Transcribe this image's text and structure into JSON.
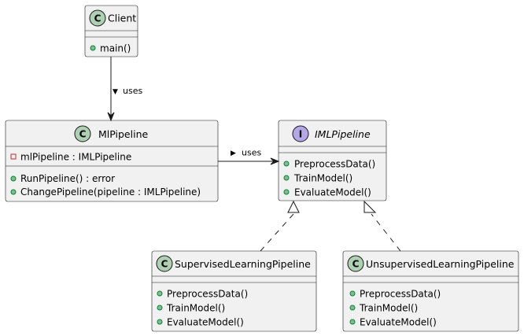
{
  "colors": {
    "class_badge": "#add1b2",
    "interface_badge": "#b4a7e5",
    "box_fill": "#f1f1f1",
    "line": "#181818",
    "public_marker": "#84be84",
    "private_marker": "#c82930"
  },
  "classes": {
    "client": {
      "kind": "class",
      "badge_letter": "C",
      "name": "Client",
      "methods": [
        {
          "visibility": "public",
          "text": "main()"
        }
      ]
    },
    "mlpipeline": {
      "kind": "class",
      "badge_letter": "C",
      "name": "MlPipeline",
      "fields": [
        {
          "visibility": "private",
          "text": "mlPipeline : IMLPipeline"
        }
      ],
      "methods": [
        {
          "visibility": "public",
          "text": "RunPipeline() : error"
        },
        {
          "visibility": "public",
          "text": "ChangePipeline(pipeline : IMLPipeline)"
        }
      ]
    },
    "imlpipeline": {
      "kind": "interface",
      "badge_letter": "I",
      "name": "IMLPipeline",
      "methods": [
        {
          "visibility": "public",
          "text": "PreprocessData()"
        },
        {
          "visibility": "public",
          "text": "TrainModel()"
        },
        {
          "visibility": "public",
          "text": "EvaluateModel()"
        }
      ]
    },
    "supervised": {
      "kind": "class",
      "badge_letter": "C",
      "name": "SupervisedLearningPipeline",
      "methods": [
        {
          "visibility": "public",
          "text": "PreprocessData()"
        },
        {
          "visibility": "public",
          "text": "TrainModel()"
        },
        {
          "visibility": "public",
          "text": "EvaluateModel()"
        }
      ]
    },
    "unsupervised": {
      "kind": "class",
      "badge_letter": "C",
      "name": "UnsupervisedLearningPipeline",
      "methods": [
        {
          "visibility": "public",
          "text": "PreprocessData()"
        },
        {
          "visibility": "public",
          "text": "TrainModel()"
        },
        {
          "visibility": "public",
          "text": "EvaluateModel()"
        }
      ]
    }
  },
  "relations": {
    "client_uses": {
      "label": "uses",
      "direction_glyph": "▼"
    },
    "pipeline_uses": {
      "label": "uses",
      "direction_glyph": "▶"
    }
  }
}
